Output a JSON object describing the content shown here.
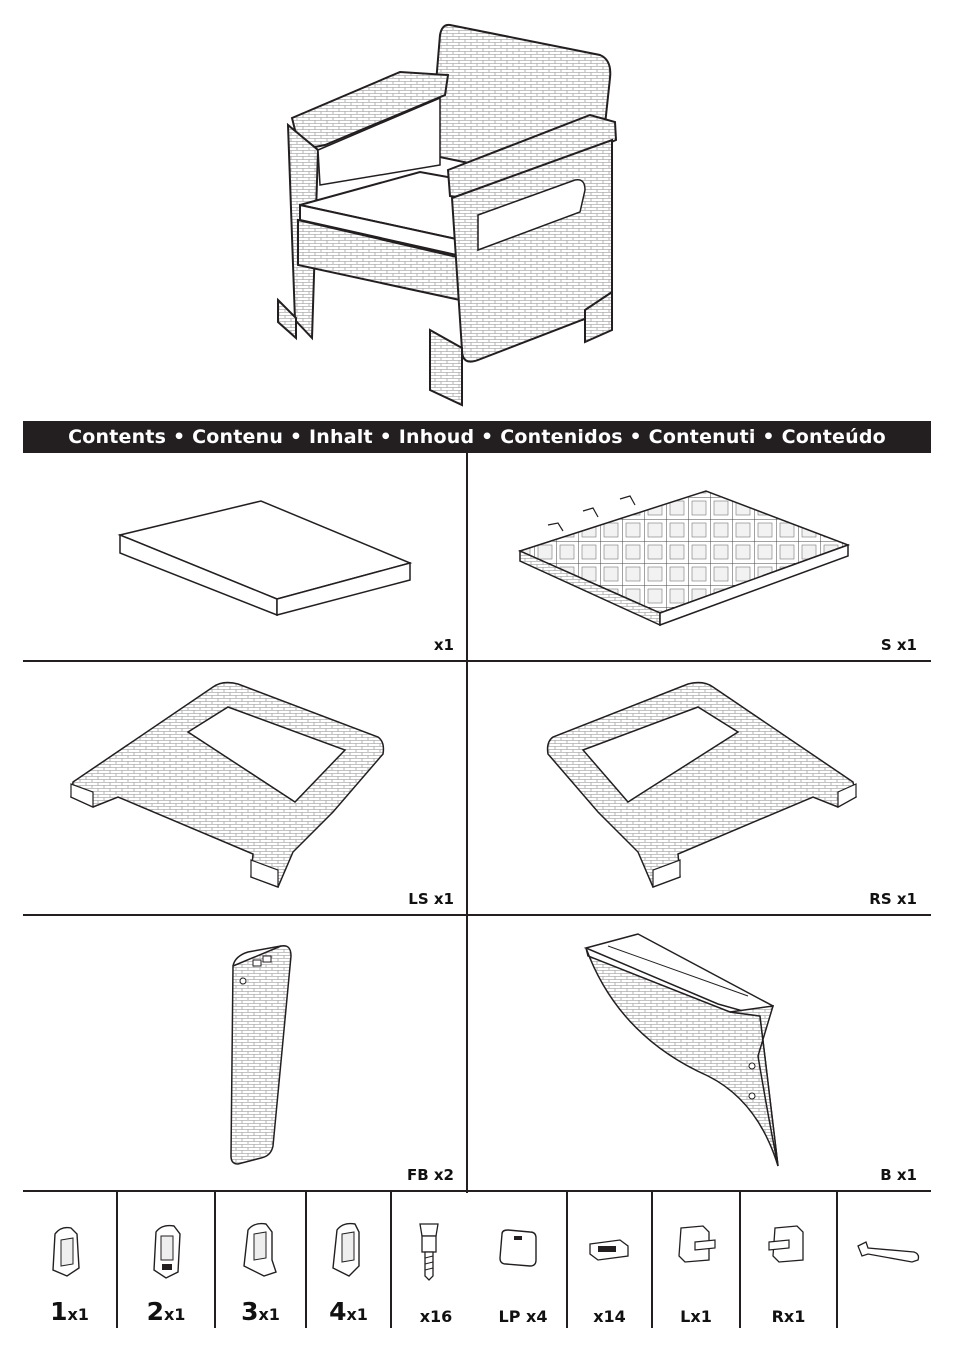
{
  "banner": {
    "title": "Contents • Contenu • Inhalt  • Inhoud • Contenidos • Contenuti • Conteúdo"
  },
  "parts": [
    {
      "id": "cushion",
      "label": "x1",
      "icon": "seat-cushion-icon"
    },
    {
      "id": "seat",
      "label": "S x1",
      "icon": "seat-frame-icon"
    },
    {
      "id": "left-side",
      "label": "LS x1",
      "icon": "left-armrest-icon"
    },
    {
      "id": "right-side",
      "label": "RS x1",
      "icon": "right-armrest-icon"
    },
    {
      "id": "front-beam",
      "label": "FB x2",
      "icon": "front-beam-icon"
    },
    {
      "id": "back",
      "label": "B x1",
      "icon": "backrest-icon"
    }
  ],
  "hardware": [
    {
      "num": "1",
      "qty": "x1",
      "icon": "connector-1-icon"
    },
    {
      "num": "2",
      "qty": "x1",
      "icon": "connector-2-icon"
    },
    {
      "num": "3",
      "qty": "x1",
      "icon": "connector-3-icon"
    },
    {
      "num": "4",
      "qty": "x1",
      "icon": "connector-4-icon"
    },
    {
      "num": "",
      "qty": "x16",
      "icon": "screw-pin-icon"
    },
    {
      "num": "",
      "qty": "LP x4",
      "icon": "leg-pad-icon"
    },
    {
      "num": "",
      "qty": "x14",
      "icon": "clip-icon"
    },
    {
      "num": "",
      "qty": "Lx1",
      "icon": "left-lock-icon"
    },
    {
      "num": "",
      "qty": "Rx1",
      "icon": "right-lock-icon"
    },
    {
      "num": "",
      "qty": "",
      "icon": "tool-key-icon"
    }
  ]
}
